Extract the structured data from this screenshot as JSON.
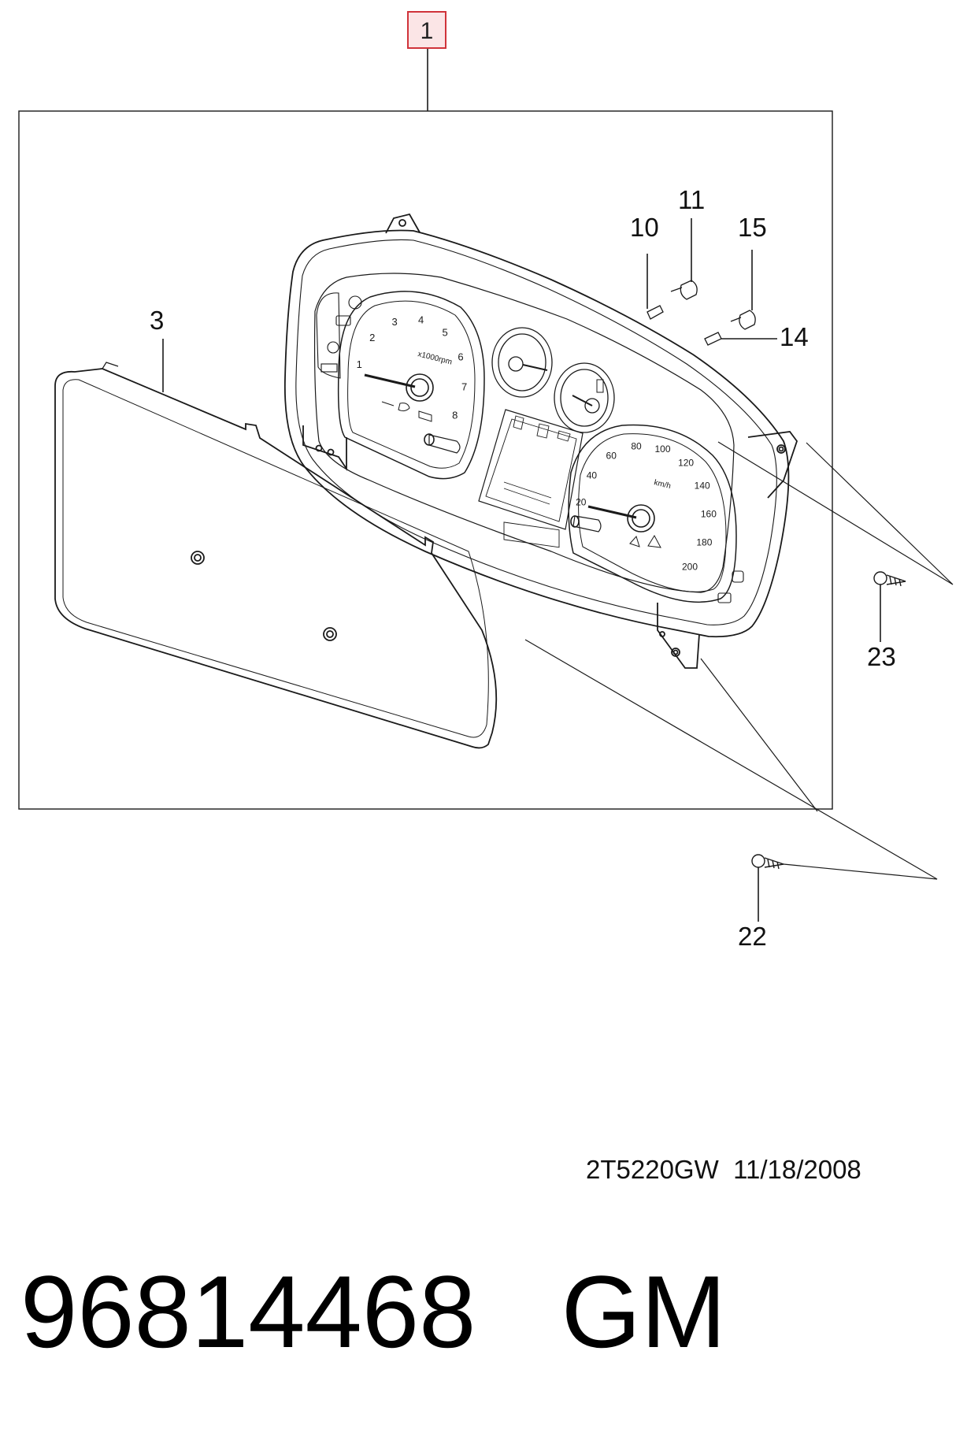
{
  "callouts": {
    "assembly": "1",
    "lens": "3",
    "bulb_a": "10",
    "socket_a": "11",
    "bulb_b": "14",
    "socket_b": "15",
    "screw_lower": "22",
    "screw_upper": "23"
  },
  "drawing_code": "2T5220GW  11/18/2008",
  "part_number": "96814468",
  "brand": "GM",
  "tachometer": {
    "ticks": [
      "1",
      "2",
      "3",
      "4",
      "5",
      "6",
      "7",
      "8"
    ],
    "unit": "x1000rpm"
  },
  "speedometer": {
    "ticks": [
      "20",
      "40",
      "60",
      "80",
      "100",
      "120",
      "140",
      "160",
      "180",
      "200"
    ],
    "unit": "km/h"
  },
  "colors": {
    "line": "#1a1a1a",
    "callout_box_border": "#d0333a",
    "callout_box_fill": "#fbe5e6"
  }
}
